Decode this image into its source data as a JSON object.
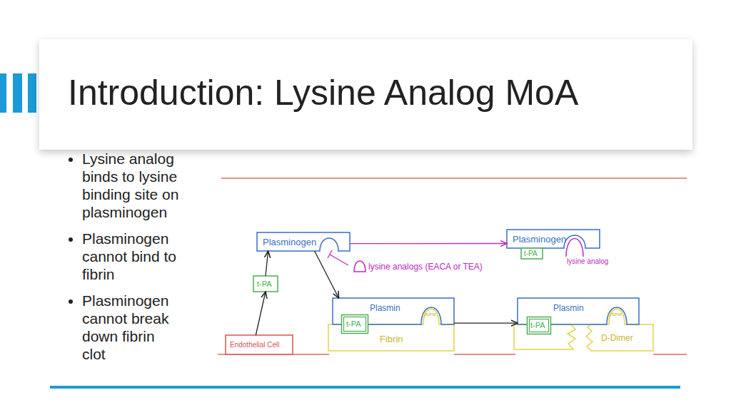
{
  "diagram": {
    "title": "Introduction: Lysine Analog MoA",
    "nodes": [
      {
        "text": [
          "Plasminogen"
        ]
      },
      {
        "text": [
          "Plasminogen"
        ]
      },
      {
        "text": [
          "t-PA"
        ]
      },
      {
        "text": [
          "t-PA"
        ]
      },
      {
        "text": [
          "Plasmin"
        ]
      },
      {
        "text": [
          "Plasmin"
        ]
      },
      {
        "text": [
          "t-PA"
        ]
      },
      {
        "text": [
          "t-PA"
        ]
      },
      {
        "text": [
          "Fibrin"
        ]
      },
      {
        "text": [
          "D-Dimer"
        ]
      },
      {
        "text": [
          "Endothelial Cell"
        ]
      }
    ],
    "edges": [
      {
        "from": 10,
        "to": 3,
        "arrow": "to"
      },
      {
        "from": 3,
        "to": 0,
        "arrow": "to"
      },
      {
        "from": 0,
        "to": 4,
        "arrow": "to"
      },
      {
        "from": 0,
        "to": 1,
        "arrow": "to"
      },
      {
        "from": 4,
        "to": 5,
        "arrow": "to"
      }
    ],
    "labels": [
      "Lysine analog binds to lysine binding site on plasminogen",
      "Plasminogen cannot bind to fibrin",
      "Plasminogen cannot break down fibrin clot",
      "lysine analogs (EACA or TEA)",
      "lysine analog",
      "lysine",
      "lysine"
    ]
  }
}
